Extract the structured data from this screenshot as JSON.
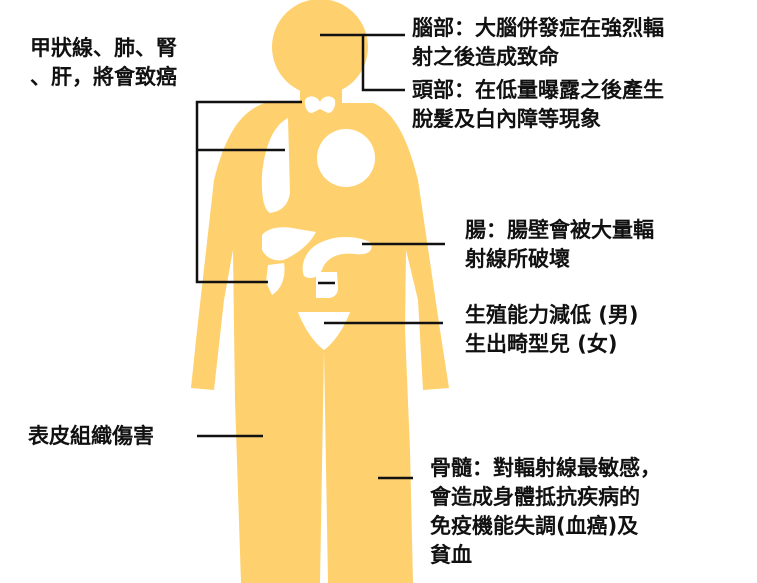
{
  "colors": {
    "body": "#FFD06E",
    "organ": "#FFFFFF",
    "line": "#111111",
    "text": "#111111"
  },
  "labels": {
    "thyroid_lung_kidney_liver": [
      "甲狀線、肺、腎",
      "、肝，將會致癌"
    ],
    "brain": [
      "腦部：大腦併發症在強烈輻",
      "射之後造成致命"
    ],
    "head": [
      "頭部：在低量曝露之後產生",
      "脫髮及白內障等現象"
    ],
    "intestine": [
      "腸：腸壁會被大量輻",
      "射線所破壞"
    ],
    "reproductive": [
      "生殖能力減低 (男)",
      "生出畸型兒 (女)"
    ],
    "skin": [
      "表皮組織傷害"
    ],
    "bone_marrow": [
      "骨髓：對輻射線最敏感，",
      "會造成身體抵抗疾病的",
      "免疫機能失調(血癌)及",
      "貧血"
    ]
  }
}
